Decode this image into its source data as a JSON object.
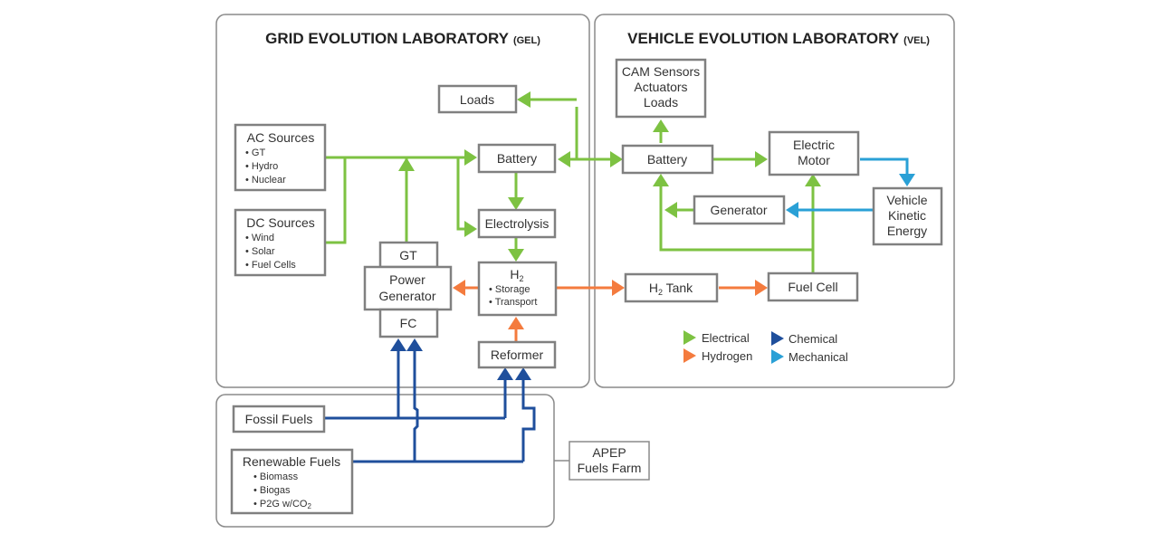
{
  "gel": {
    "title": "GRID EVOLUTION LABORATORY",
    "abbr": "(GEL)"
  },
  "vel": {
    "title": "VEHICLE EVOLUTION LABORATORY",
    "abbr": "(VEL)"
  },
  "nodes": {
    "loads": "Loads",
    "ac_sources": {
      "title": "AC Sources",
      "items": [
        "• GT",
        "• Hydro",
        "• Nuclear"
      ]
    },
    "dc_sources": {
      "title": "DC Sources",
      "items": [
        "• Wind",
        "• Solar",
        "• Fuel Cells"
      ]
    },
    "gel_battery": "Battery",
    "electrolysis": "Electrolysis",
    "gt": "GT",
    "power_generator": {
      "line1": "Power",
      "line2": "Generator"
    },
    "fc": "FC",
    "h2": {
      "title": "H",
      "sub": "2",
      "items": [
        "• Storage",
        "• Transport"
      ]
    },
    "reformer": "Reformer",
    "cam": {
      "line1": "CAM Sensors",
      "line2": "Actuators",
      "line3": "Loads"
    },
    "vel_battery": "Battery",
    "electric_motor": {
      "line1": "Electric",
      "line2": "Motor"
    },
    "vehicle_kinetic": {
      "line1": "Vehicle",
      "line2": "Kinetic",
      "line3": "Energy"
    },
    "generator": "Generator",
    "h2_tank": {
      "pre": "H",
      "sub": "2",
      "post": " Tank"
    },
    "fuel_cell": "Fuel Cell",
    "fossil_fuels": "Fossil Fuels",
    "renewable_fuels": {
      "title": "Renewable Fuels",
      "items": [
        "• Biomass",
        "• Biogas"
      ],
      "p2g": "• P2G w/CO",
      "p2g_sub": "2"
    },
    "apep": {
      "line1": "APEP",
      "line2": "Fuels Farm"
    }
  },
  "legend": {
    "electrical": "Electrical",
    "hydrogen": "Hydrogen",
    "chemical": "Chemical",
    "mechanical": "Mechanical"
  },
  "colors": {
    "electrical": "#7dc242",
    "hydrogen": "#f47b3e",
    "chemical": "#1f4f9c",
    "mechanical": "#2aa0d6"
  }
}
